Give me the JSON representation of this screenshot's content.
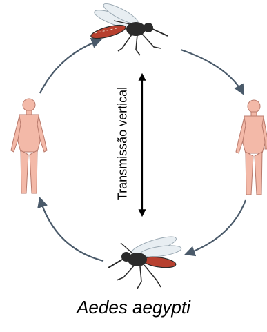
{
  "diagram": {
    "vertical_label": "Transmissão vertical",
    "caption": "Aedes aegypti",
    "colors": {
      "cycle_arrow": "#4a5a6a",
      "body_fill": "#f3b9a8",
      "body_stroke": "#b97a6c",
      "mosquito_body": "#2b2b2b",
      "mosquito_abdomen": "#b7402f",
      "wing": "#e8eef2"
    },
    "nodes": [
      {
        "name": "mosquito-top",
        "icon": "mosquito-icon"
      },
      {
        "name": "human-right",
        "icon": "human-figure-icon"
      },
      {
        "name": "mosquito-bottom",
        "icon": "mosquito-icon"
      },
      {
        "name": "human-left",
        "icon": "human-figure-icon"
      }
    ]
  }
}
